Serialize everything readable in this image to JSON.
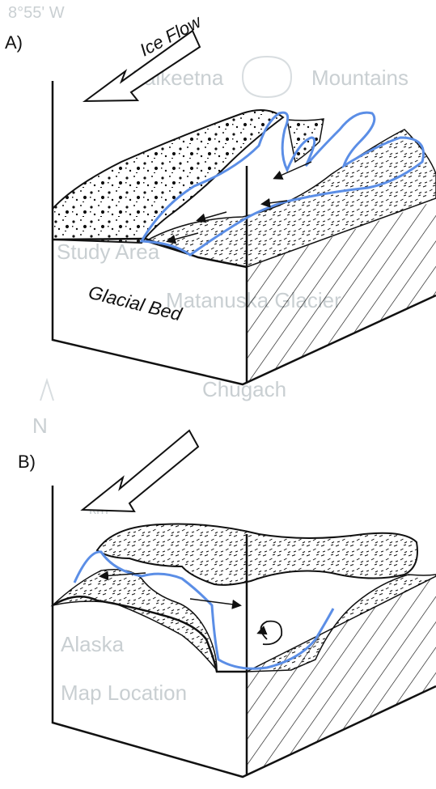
{
  "panel_a": {
    "letter": "A)",
    "arrow_label": "Ice Flow",
    "bed_label": "Glacial Bed"
  },
  "panel_b": {
    "letter": "B)"
  },
  "background_map": {
    "coordinate": "8°55' W",
    "labels": [
      "Talkeetna",
      "Mountains",
      "Study Area",
      "Matanuska Glacier",
      "Chugach",
      "N",
      "Alaska",
      "Map Location",
      "km"
    ]
  },
  "colors": {
    "ice_margin": "#5b8ee6",
    "ink": "#111111",
    "map_ghost": "#c9cfd2"
  }
}
